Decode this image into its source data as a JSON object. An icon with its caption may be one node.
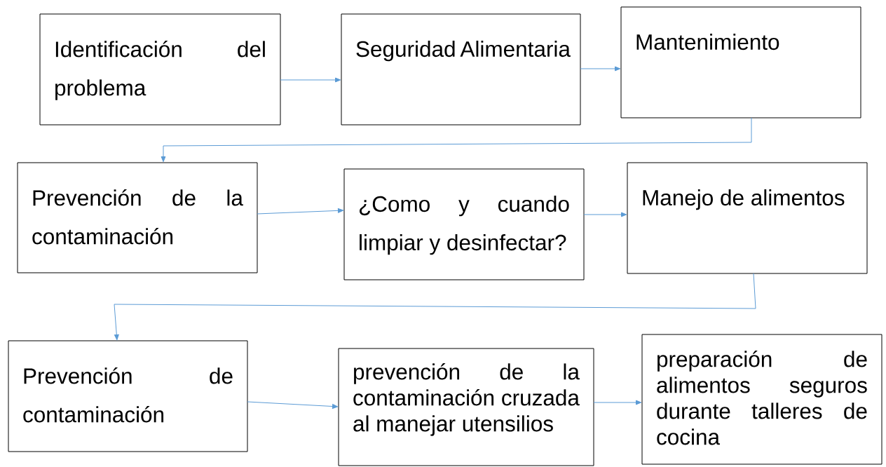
{
  "diagram": {
    "nodes": [
      {
        "text": [
          "Identificación del problema"
        ]
      },
      {
        "text": [
          "Seguridad Alimentaria"
        ]
      },
      {
        "text": [
          "Mantenimiento"
        ]
      },
      {
        "text": [
          "Prevención de la contaminación"
        ]
      },
      {
        "text": [
          "¿Como y cuando limpiar y desinfectar?"
        ]
      },
      {
        "text": [
          "Manejo de alimentos"
        ]
      },
      {
        "text": [
          "Prevención de contaminación"
        ]
      },
      {
        "text": [
          "prevención de la contaminación cruzada al manejar utensilios"
        ]
      },
      {
        "text": [
          "preparación de alimentos seguros durante talleres de cocina"
        ]
      }
    ],
    "edges": [
      {
        "from": 0,
        "to": 1,
        "arrow": "to"
      },
      {
        "from": 1,
        "to": 2,
        "arrow": "to"
      },
      {
        "from": 2,
        "to": 3,
        "arrow": "to"
      },
      {
        "from": 3,
        "to": 4,
        "arrow": "to"
      },
      {
        "from": 4,
        "to": 5,
        "arrow": "to"
      },
      {
        "from": 5,
        "to": 6,
        "arrow": "to"
      },
      {
        "from": 6,
        "to": 7,
        "arrow": "to"
      },
      {
        "from": 7,
        "to": 8,
        "arrow": "to"
      }
    ]
  }
}
